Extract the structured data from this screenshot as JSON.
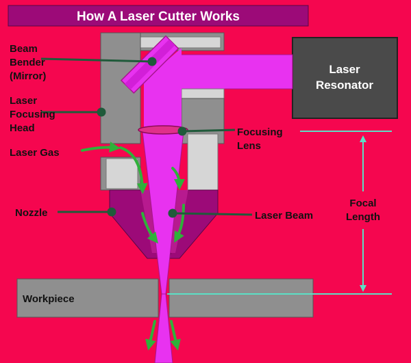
{
  "title": "How A Laser Cutter Works",
  "labels": {
    "beam_bender": [
      "Beam",
      "Bender",
      "(Mirror)"
    ],
    "focusing_head": [
      "Laser",
      "Focusing",
      "Head"
    ],
    "laser_gas": "Laser Gas",
    "nozzle": "Nozzle",
    "resonator": [
      "Laser",
      "Resonator"
    ],
    "focusing_lens": [
      "Focusing",
      "Lens"
    ],
    "laser_beam": "Laser Beam",
    "focal_length": [
      "Focal",
      "Length"
    ],
    "workpiece": "Workpiece"
  },
  "colors": {
    "background": "#f5064f",
    "title_bar": "#9c0a78",
    "metal": "#8f8f8f",
    "metal_light": "#d6d6d6",
    "beam": "#e832f0",
    "resonator": "#4a4a4a",
    "leader": "#1f5a3a",
    "gas_arrow": "#2fb13a",
    "dimension": "#5ce0c6"
  }
}
